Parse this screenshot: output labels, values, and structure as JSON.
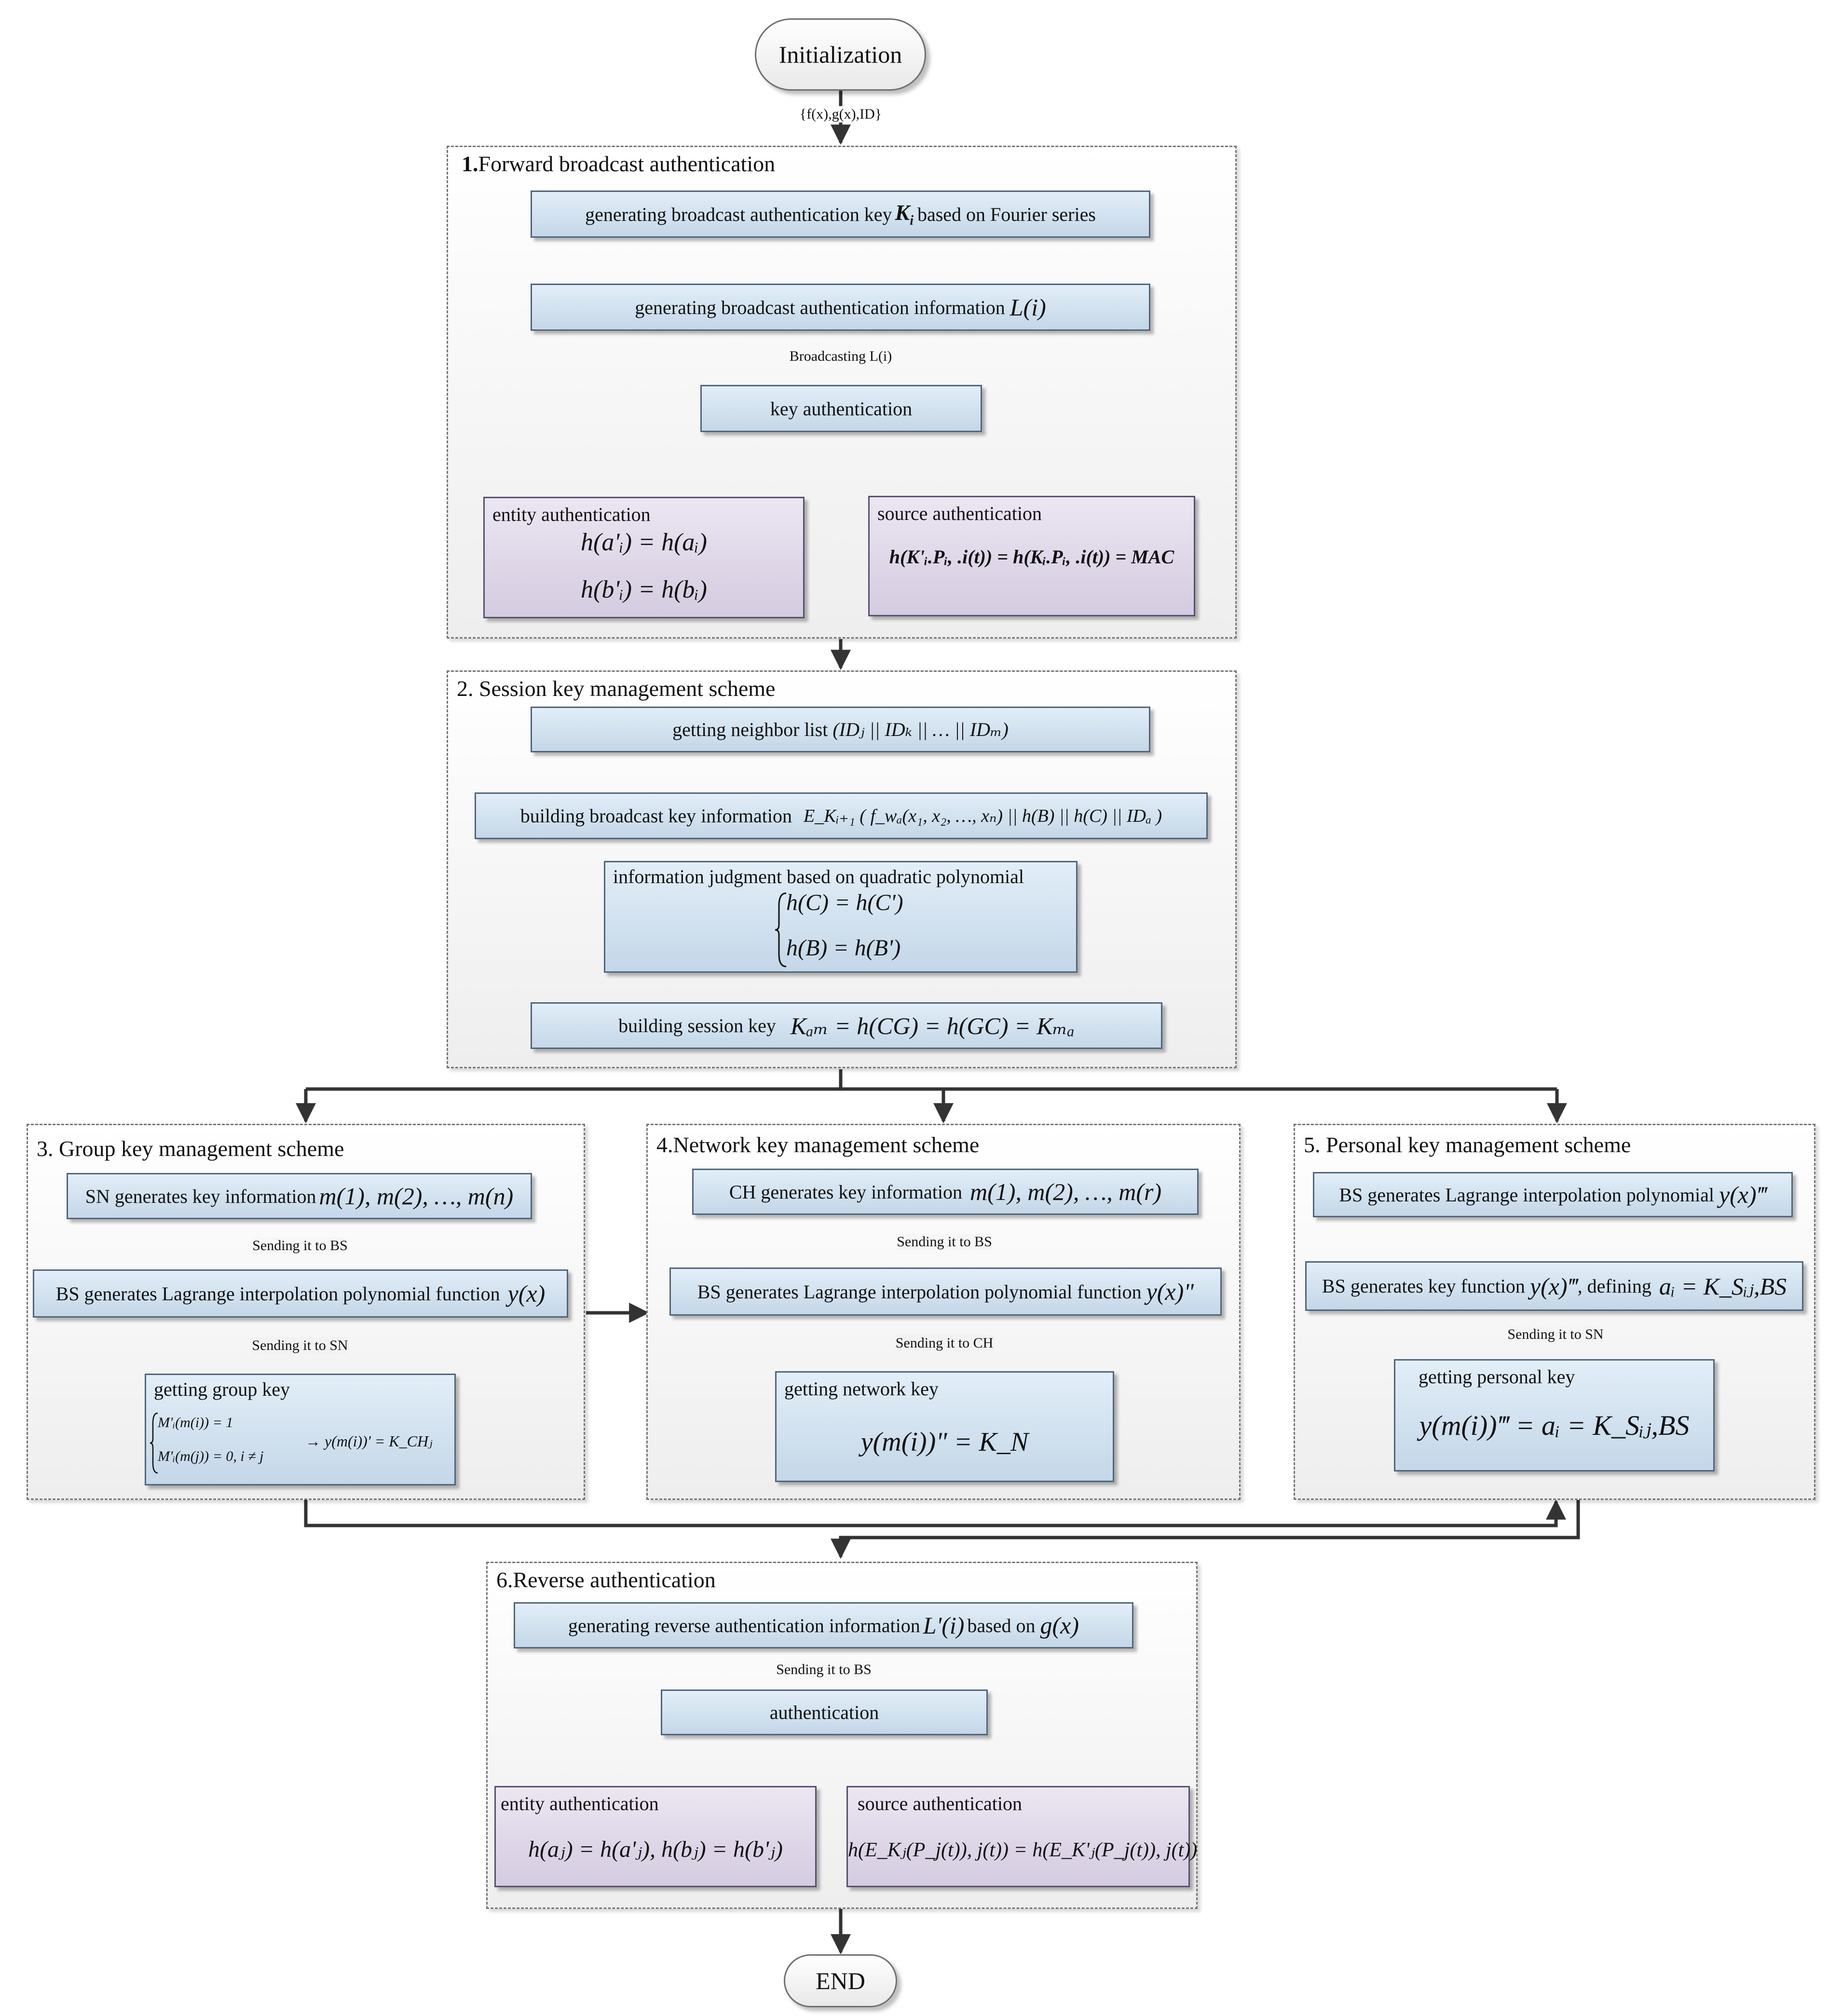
{
  "start": "Initialization",
  "end": "END",
  "init_edge_label": "{f(x),g(x),ID}",
  "s1": {
    "num": "1.",
    "title": "Forward broadcast authentication",
    "b1_text": "generating broadcast authentication key",
    "b1_var": "K",
    "b1_sub": "i",
    "b1_tail": "based on Fourier series",
    "b2_text": "generating  broadcast authentication information",
    "b2_formula": "L(i)",
    "edge_label": "Broadcasting L(i)",
    "b3": "key authentication",
    "entity_title": "entity authentication",
    "entity_f1": "h(a'ᵢ) = h(aᵢ)",
    "entity_f2": "h(b'ᵢ) = h(bᵢ)",
    "source_title": "source authentication",
    "source_f": "h(K'ᵢ.Pᵢ, .i(t)) = h(Kᵢ.Pᵢ, .i(t)) = MAC"
  },
  "s2": {
    "title": "2. Session key management scheme",
    "b1_text": "getting neighbor list",
    "b1_formula": "(IDⱼ || IDₖ || … || IDₘ)",
    "b2_text": "building broadcast key information",
    "b2_formula": "E_Kᵢ₊₁ ( f_wₐ(x₁, x₂, …, xₙ) || h(B) || h(C) || IDₐ )",
    "b3_title": "information judgment based on quadratic polynomial",
    "b3_f1": "h(C) = h(C')",
    "b3_f2": "h(B) = h(B')",
    "b4_text": "building session key",
    "b4_formula": "Kₐₘ = h(CG) = h(GC) = Kₘₐ"
  },
  "s3": {
    "title": "3. Group key management scheme",
    "b1_text": "SN generates  key information",
    "b1_formula": "m(1), m(2), …, m(n)",
    "edge1": "Sending it to BS",
    "b2_text": "BS generates Lagrange interpolation polynomial function",
    "b2_formula": "y(x)",
    "edge2": "Sending it to SN",
    "b3_title": "getting group key",
    "b3_f1": "M'ᵢ(m(i)) = 1",
    "b3_f2": "M'ᵢ(m(j)) = 0, i ≠ j",
    "b3_f3": "→ y(m(i))' = K_CHⱼ"
  },
  "s4": {
    "title": "4.Network key management scheme",
    "b1_text": "CH generates  key information",
    "b1_formula": "m(1), m(2), …, m(r)",
    "edge1": "Sending it to BS",
    "b2_text": "BS generates Lagrange interpolation polynomial function",
    "b2_formula": "y(x)\"",
    "edge2": "Sending it to CH",
    "b3_title": "getting network key",
    "b3_f": "y(m(i))\" = K_N"
  },
  "s5": {
    "title": "5. Personal key management scheme",
    "b1_text": "BS generates Lagrange interpolation polynomial",
    "b1_formula": "y(x)‴",
    "b2_text": "BS generates key function",
    "b2_formula1": "y(x)‴",
    "b2_text2": ", defining",
    "b2_formula2": "aᵢ = K_Sᵢⱼ,BS",
    "edge": "Sending it to SN",
    "b3_title": "getting personal key",
    "b3_f": "y(m(i))‴ = aᵢ = K_Sᵢⱼ,BS"
  },
  "s6": {
    "title": "6.Reverse authentication",
    "b1_text": "generating reverse authentication information",
    "b1_formula1": "L'(i)",
    "b1_text2": "based on",
    "b1_formula2": "g(x)",
    "edge": "Sending it to BS",
    "b2": "authentication",
    "entity_title": "entity authentication",
    "entity_f": "h(aⱼ) = h(a'ⱼ), h(bⱼ) = h(b'ⱼ)",
    "source_title": "source authentication",
    "source_f": "h(E_Kⱼ(P_j(t)), j(t)) = h(E_K'ⱼ(P_j(t)), j(t))"
  }
}
